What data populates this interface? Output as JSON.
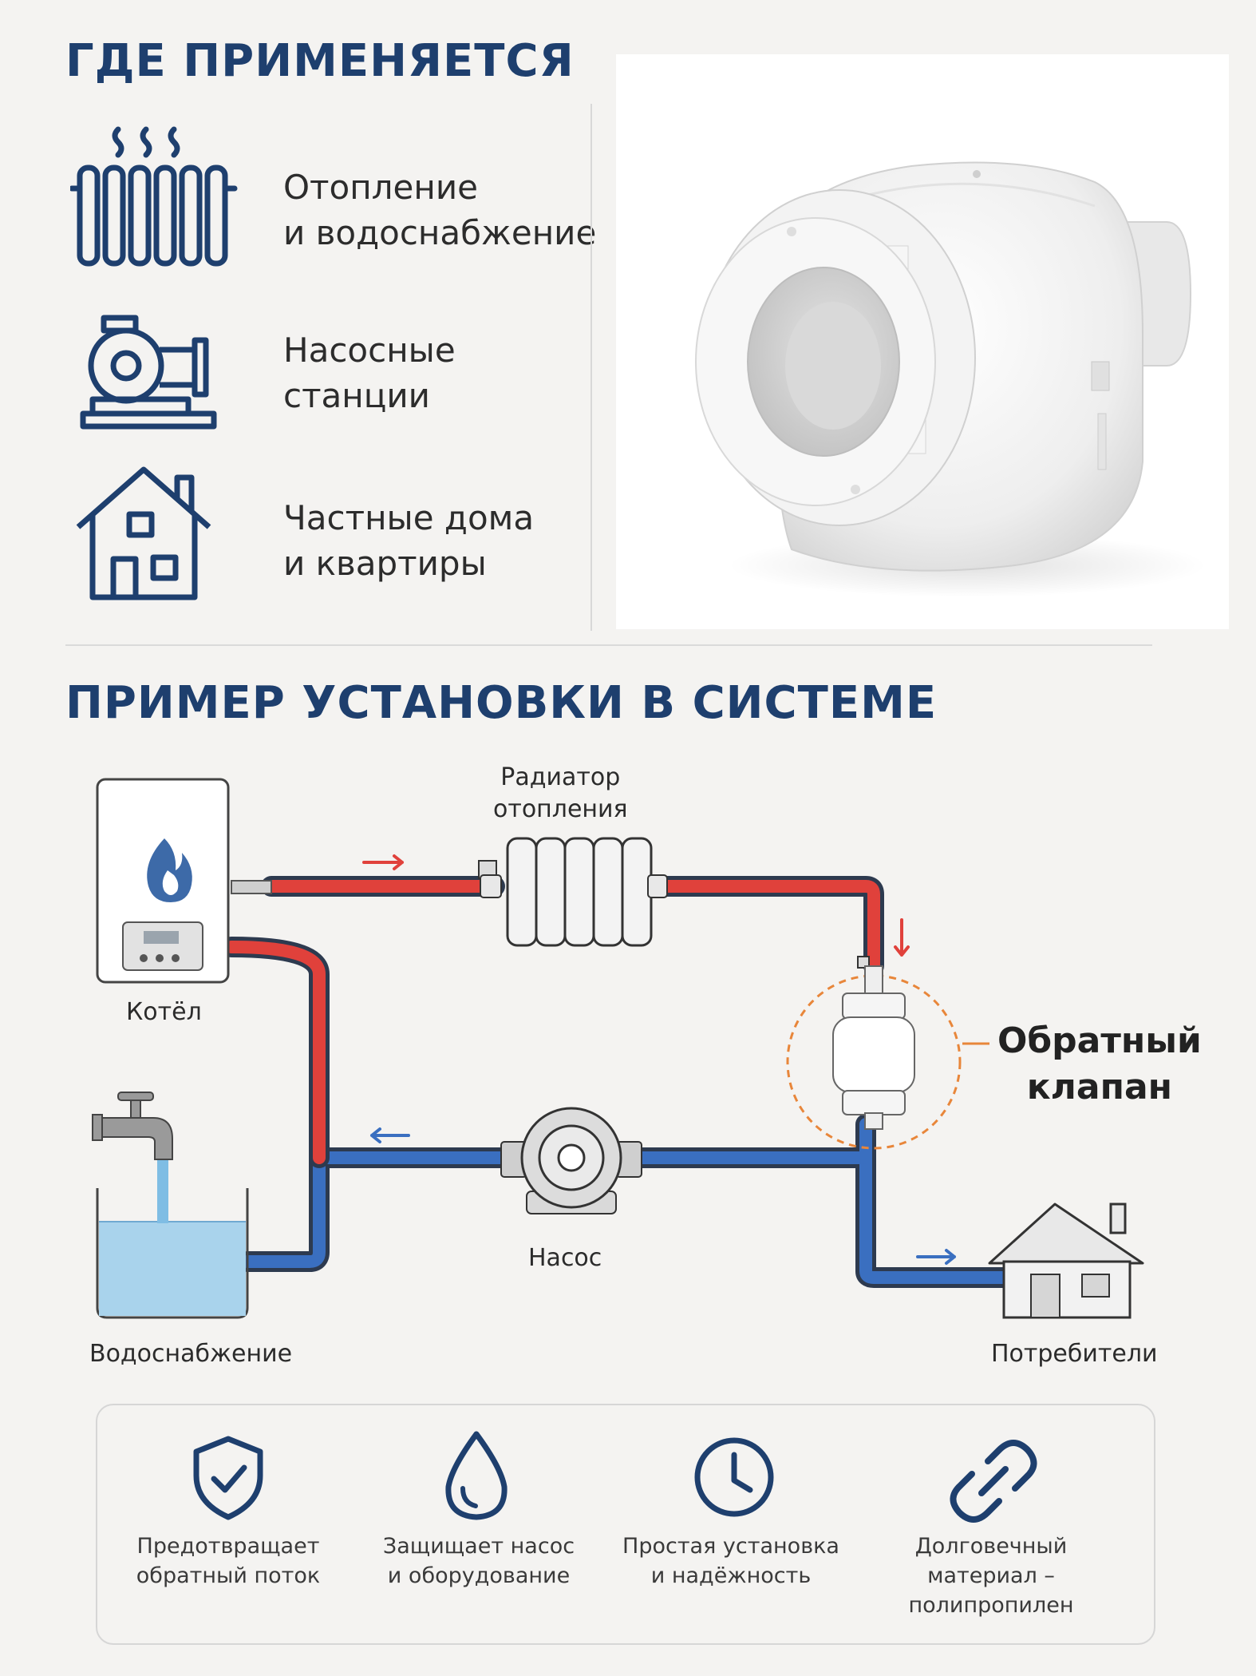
{
  "top": {
    "heading": "ГДЕ ПРИМЕНЯЕТСЯ",
    "uses": [
      {
        "icon": "radiator-icon",
        "line1": "Отопление",
        "line2": "и водоснабжение"
      },
      {
        "icon": "pump-icon",
        "line1": "Насосные",
        "line2": "станции"
      },
      {
        "icon": "house-icon",
        "line1": "Частные дома",
        "line2": "и квартиры"
      }
    ]
  },
  "diagram": {
    "heading": "ПРИМЕР УСТАНОВКИ В СИСТЕМЕ",
    "radiator_label_line1": "Радиатор",
    "radiator_label_line2": "отопления",
    "boiler_label": "Котёл",
    "valve_label_line1": "Обратный",
    "valve_label_line2": "клапан",
    "pump_label": "Насос",
    "water_label": "Водоснабжение",
    "consumers_label": "Потребители",
    "colors": {
      "hot": "#e0413b",
      "cold": "#3a6fc0",
      "accent": "#e8863a",
      "navy": "#1e3f6e"
    }
  },
  "features": [
    {
      "icon": "shield-check-icon",
      "line1": "Предотвращает",
      "line2": "обратный поток"
    },
    {
      "icon": "water-drop-icon",
      "line1": "Защищает насос",
      "line2": "и оборудование"
    },
    {
      "icon": "clock-icon",
      "line1": "Простая установка",
      "line2": "и надёжность"
    },
    {
      "icon": "chain-link-icon",
      "line1": "Долговечный",
      "line2": "материал –",
      "line3": "полипропилен"
    }
  ]
}
